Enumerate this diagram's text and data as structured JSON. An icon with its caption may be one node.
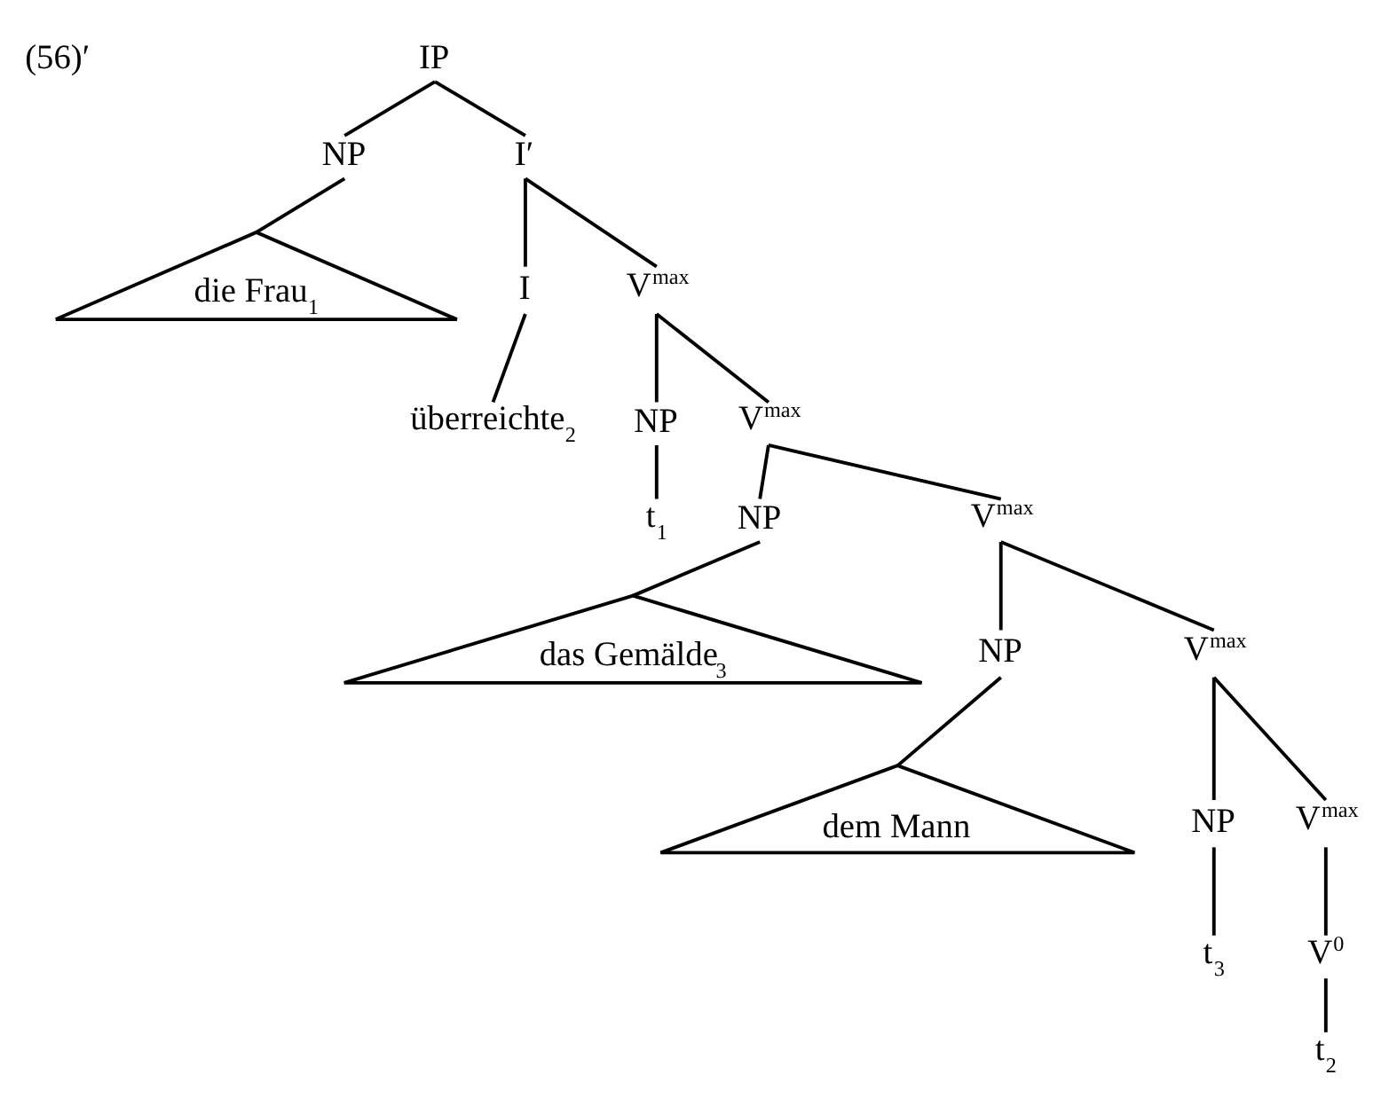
{
  "diagram": {
    "nodes": [
      {
        "text": [
          "IP"
        ]
      },
      {
        "text": [
          "NP"
        ]
      },
      {
        "text": [
          "I′"
        ]
      },
      {
        "text": [
          "die Frau$_{1}$"
        ]
      },
      {
        "text": [
          "I"
        ]
      },
      {
        "text": [
          "V$^{max}$"
        ]
      },
      {
        "text": [
          "überreichte$_{2}$"
        ]
      },
      {
        "text": [
          "NP"
        ]
      },
      {
        "text": [
          "V$^{max}$"
        ]
      },
      {
        "text": [
          "t$_{1}$"
        ]
      },
      {
        "text": [
          "NP"
        ]
      },
      {
        "text": [
          "V$^{max}$"
        ]
      },
      {
        "text": [
          "das Gemälde$_{3}$"
        ]
      },
      {
        "text": [
          "NP"
        ]
      },
      {
        "text": [
          "V$^{max}$"
        ]
      },
      {
        "text": [
          "dem Mann"
        ]
      },
      {
        "text": [
          "NP"
        ]
      },
      {
        "text": [
          "V$^{max}$"
        ]
      },
      {
        "text": [
          "t$_{3}$"
        ]
      },
      {
        "text": [
          "V$^{0}$"
        ]
      },
      {
        "text": [
          "t$_{2}$"
        ]
      }
    ],
    "edges": [
      {
        "from": 0,
        "to": 1,
        "arrow": "none"
      },
      {
        "from": 0,
        "to": 2,
        "arrow": "none"
      },
      {
        "from": 1,
        "to": 3,
        "arrow": "none"
      },
      {
        "from": 2,
        "to": 4,
        "arrow": "none"
      },
      {
        "from": 2,
        "to": 5,
        "arrow": "none"
      },
      {
        "from": 4,
        "to": 6,
        "arrow": "none"
      },
      {
        "from": 5,
        "to": 7,
        "arrow": "none"
      },
      {
        "from": 5,
        "to": 8,
        "arrow": "none"
      },
      {
        "from": 7,
        "to": 9,
        "arrow": "none"
      },
      {
        "from": 8,
        "to": 10,
        "arrow": "none"
      },
      {
        "from": 8,
        "to": 11,
        "arrow": "none"
      },
      {
        "from": 10,
        "to": 12,
        "arrow": "none"
      },
      {
        "from": 11,
        "to": 13,
        "arrow": "none"
      },
      {
        "from": 11,
        "to": 14,
        "arrow": "none"
      },
      {
        "from": 13,
        "to": 15,
        "arrow": "none"
      },
      {
        "from": 14,
        "to": 16,
        "arrow": "none"
      },
      {
        "from": 14,
        "to": 17,
        "arrow": "none"
      },
      {
        "from": 16,
        "to": 18,
        "arrow": "none"
      },
      {
        "from": 17,
        "to": 19,
        "arrow": "none"
      },
      {
        "from": 19,
        "to": 20,
        "arrow": "none"
      }
    ],
    "labels": [
      "(56)′"
    ]
  }
}
